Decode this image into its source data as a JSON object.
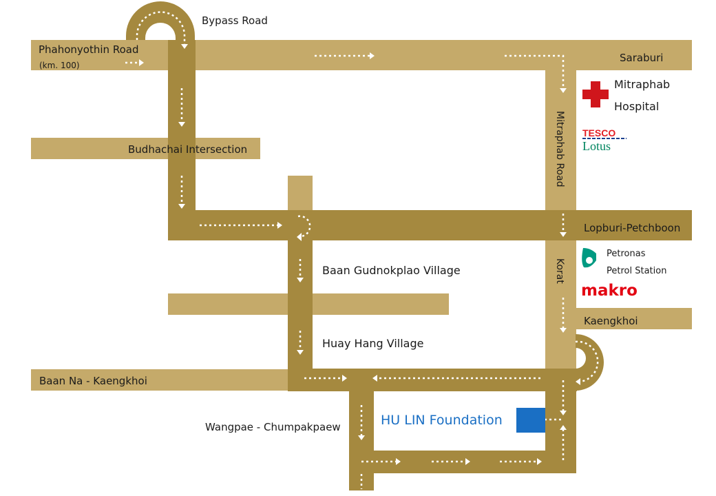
{
  "colors": {
    "road_light": "#c5aa6a",
    "road_dark": "#a5893f",
    "route_arrow": "#ffffff",
    "destination_text": "#1a6fc4",
    "destination_marker": "#1a6fc4",
    "hospital_cross": "#d0161c",
    "tesco_red": "#e31e24",
    "lotus_green": "#00855f",
    "makro_red": "#e30613",
    "petronas_green": "#009a82"
  },
  "labels": {
    "bypass_road": "Bypass Road",
    "phahonyothin_road": "Phahonyothin Road",
    "km100": "(km. 100)",
    "saraburi": "Saraburi",
    "mitraphab_road": "Mitraphab Road",
    "budhachai": "Budhachai Intersection",
    "lopburi_petchboon": "Lopburi-Petchboon",
    "korat": "Korat",
    "kaengkhoi": "Kaengkhoi",
    "baan_gudnokplao": "Baan Gudnokplao Village",
    "huay_hang": "Huay Hang Village",
    "baan_na": "Baan Na - Kaengkhoi",
    "wangpae": "Wangpae - Chumpakpaew"
  },
  "landmarks": {
    "hospital_line1": "Mitraphab",
    "hospital_line2": "Hospital",
    "hospital_icon": "red-cross-icon",
    "tesco": "TESCO",
    "lotus": "Lotus",
    "petronas_line1": "Petronas",
    "petronas_line2": "Petrol Station",
    "petronas_icon": "petronas-logo-icon",
    "makro": "makro"
  },
  "destination": {
    "name": "HU LIN Foundation",
    "marker_icon": "destination-marker-icon"
  }
}
